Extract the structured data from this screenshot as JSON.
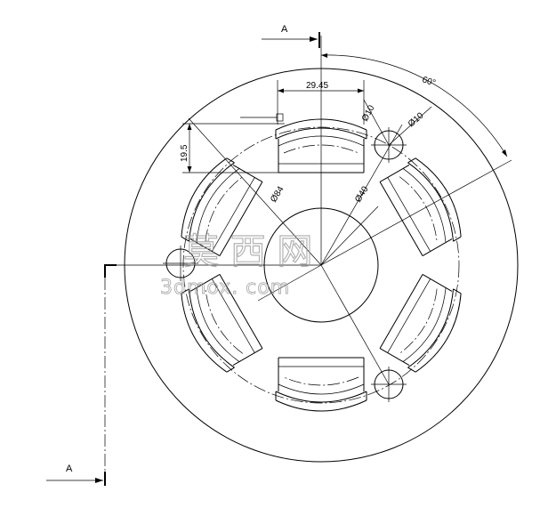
{
  "section": {
    "top_label": "A",
    "bottom_label": "A"
  },
  "dimensions": {
    "angle": "60°",
    "width_top": "29.45",
    "height_left": "19.5",
    "hole_dia_1": "Ø10",
    "hole_dia_2": "Ø10",
    "circle_dia": "Ø84",
    "bore_dia": "Ø40"
  },
  "watermark": {
    "chinese": "莫 西 网",
    "site": "3dmox. com"
  }
}
